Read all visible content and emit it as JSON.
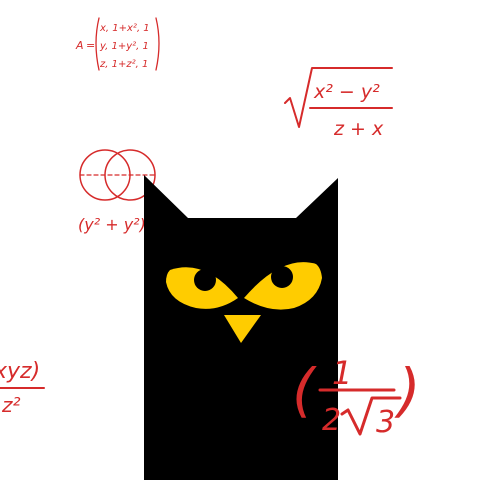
{
  "colors": {
    "background": "#ffffff",
    "ink": "#d62b2b",
    "owl_body": "#000000",
    "owl_eyes": "#ffcc00"
  },
  "math": {
    "matrix": {
      "name": "A",
      "equals": "=",
      "rows": [
        "x, 1+x², 1",
        "y, 1+y², 1",
        "z, 1+z², 1"
      ]
    },
    "sqrt_fraction": {
      "numerator": "x² − y²",
      "denominator": "z + x"
    },
    "venn_caption": "(y² + y²).",
    "left_fragment": {
      "top": "xyz)",
      "bottom": "z²"
    },
    "big_fraction": {
      "open": "(",
      "numerator": "1",
      "denominator_coef": "2",
      "radicand": "3",
      "close": ")"
    }
  },
  "owl": {
    "icon": "owl-icon"
  }
}
